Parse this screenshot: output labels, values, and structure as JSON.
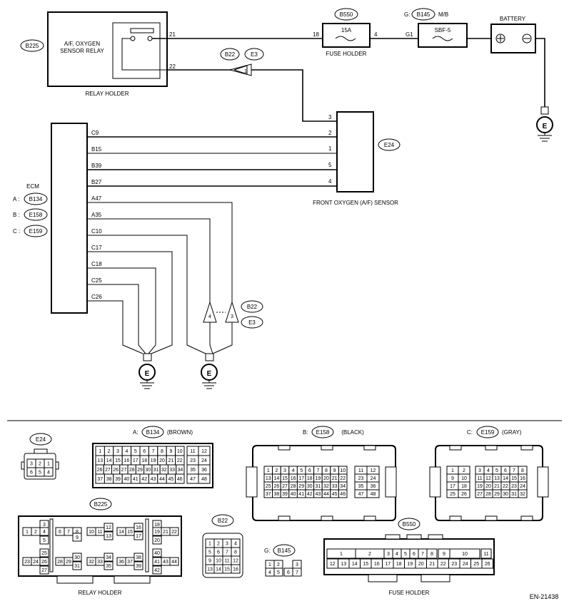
{
  "diagram": {
    "code": "EN-21438",
    "relay": {
      "connector": "B225",
      "name_line1": "A/F, OXYGEN",
      "name_line2": "SENSOR RELAY",
      "holder": "RELAY HOLDER",
      "pin_out": "21",
      "pin_in": "22"
    },
    "fuse": {
      "connector": "B550",
      "rating": "15A",
      "label": "FUSE HOLDER",
      "pin_in": "18",
      "pin_out": "4"
    },
    "sbf": {
      "prefix": "G:",
      "connector": "B145",
      "suffix": "M/B",
      "label": "SBF-5",
      "pin": "G1"
    },
    "battery": {
      "label": "BATTERY"
    },
    "joint": {
      "c1": "B22",
      "c2": "E3",
      "pin": "1"
    },
    "sensor": {
      "connector": "E24",
      "label": "FRONT OXYGEN (A/F) SENSOR",
      "pins": [
        "3",
        "2",
        "1",
        "5",
        "4"
      ]
    },
    "ecm": {
      "label": "ECM",
      "connectors": [
        {
          "prefix": "A :",
          "name": "B134"
        },
        {
          "prefix": "B :",
          "name": "E158"
        },
        {
          "prefix": "C :",
          "name": "E159"
        }
      ],
      "terminals": [
        "C9",
        "B15",
        "B39",
        "B27",
        "A47",
        "A35",
        "C10",
        "C17",
        "C18",
        "C25",
        "C26"
      ]
    },
    "ground_joint": {
      "c1": "B22",
      "c2": "E3"
    },
    "ground_symbol": "E",
    "ground_pin_labels": [
      "4",
      "3"
    ]
  },
  "connectors": {
    "e24": {
      "name": "E24",
      "pins": [
        "3",
        "2",
        "1",
        "6",
        "5",
        "4"
      ]
    },
    "b134": {
      "prefix": "A:",
      "name": "B134",
      "color": "(BROWN)",
      "rows": [
        [
          "1",
          "2",
          "3",
          "4",
          "5",
          "6",
          "7",
          "8",
          "9",
          "10"
        ],
        [
          "13",
          "14",
          "15",
          "16",
          "17",
          "18",
          "19",
          "20",
          "21",
          "22"
        ],
        [
          "26",
          "27",
          "26",
          "27",
          "28",
          "29",
          "30",
          "31",
          "32",
          "33",
          "34"
        ],
        [
          "37",
          "38",
          "39",
          "40",
          "41",
          "42",
          "43",
          "44",
          "45",
          "46"
        ]
      ],
      "side": [
        [
          "11",
          "12"
        ],
        [
          "23",
          "24"
        ],
        [
          "35",
          "36"
        ],
        [
          "47",
          "48"
        ]
      ]
    },
    "e158": {
      "prefix": "B:",
      "name": "E158",
      "color": "(BLACK)",
      "rows": [
        [
          "1",
          "2",
          "3",
          "4",
          "5",
          "6",
          "7",
          "8",
          "9",
          "10"
        ],
        [
          "13",
          "14",
          "15",
          "16",
          "17",
          "18",
          "19",
          "20",
          "21",
          "22"
        ],
        [
          "25",
          "26",
          "27",
          "28",
          "29",
          "30",
          "31",
          "32",
          "33",
          "34"
        ],
        [
          "37",
          "38",
          "39",
          "40",
          "41",
          "42",
          "43",
          "44",
          "45",
          "46"
        ]
      ],
      "side": [
        [
          "11",
          "12"
        ],
        [
          "23",
          "24"
        ],
        [
          "35",
          "36"
        ],
        [
          "47",
          "48"
        ]
      ]
    },
    "e159": {
      "prefix": "C:",
      "name": "E159",
      "color": "(GRAY)",
      "rows": [
        [
          "3",
          "4",
          "5",
          "6",
          "7",
          "8"
        ],
        [
          "11",
          "12",
          "13",
          "14",
          "15",
          "16"
        ],
        [
          "19",
          "20",
          "21",
          "22",
          "23",
          "24"
        ],
        [
          "27",
          "28",
          "29",
          "30",
          "31",
          "32"
        ]
      ],
      "left": [
        [
          "1",
          "2"
        ],
        [
          "9",
          "10"
        ],
        [
          "17",
          "18"
        ],
        [
          "25",
          "26"
        ]
      ]
    },
    "b225": {
      "name": "B225",
      "holder": "RELAY HOLDER"
    },
    "b22": {
      "name": "B22",
      "pins": [
        "1",
        "2",
        "3",
        "4",
        "5",
        "6",
        "7",
        "8",
        "9",
        "10",
        "11",
        "12",
        "13",
        "14",
        "15",
        "16"
      ]
    },
    "b145": {
      "prefix": "G:",
      "name": "B145",
      "pins": [
        "1",
        "2",
        "3",
        "4",
        "5",
        "6",
        "7"
      ]
    },
    "b550": {
      "name": "B550",
      "holder": "FUSE HOLDER",
      "top": [
        "1",
        "2",
        "3",
        "4",
        "5",
        "6",
        "7",
        "8",
        "9",
        "10",
        "11"
      ],
      "bottom": [
        "12",
        "13",
        "14",
        "15",
        "16",
        "17",
        "18",
        "19",
        "20",
        "21",
        "22",
        "23",
        "24",
        "25",
        "26"
      ]
    }
  },
  "colors": {
    "line": "#000000",
    "bg": "#ffffff"
  }
}
